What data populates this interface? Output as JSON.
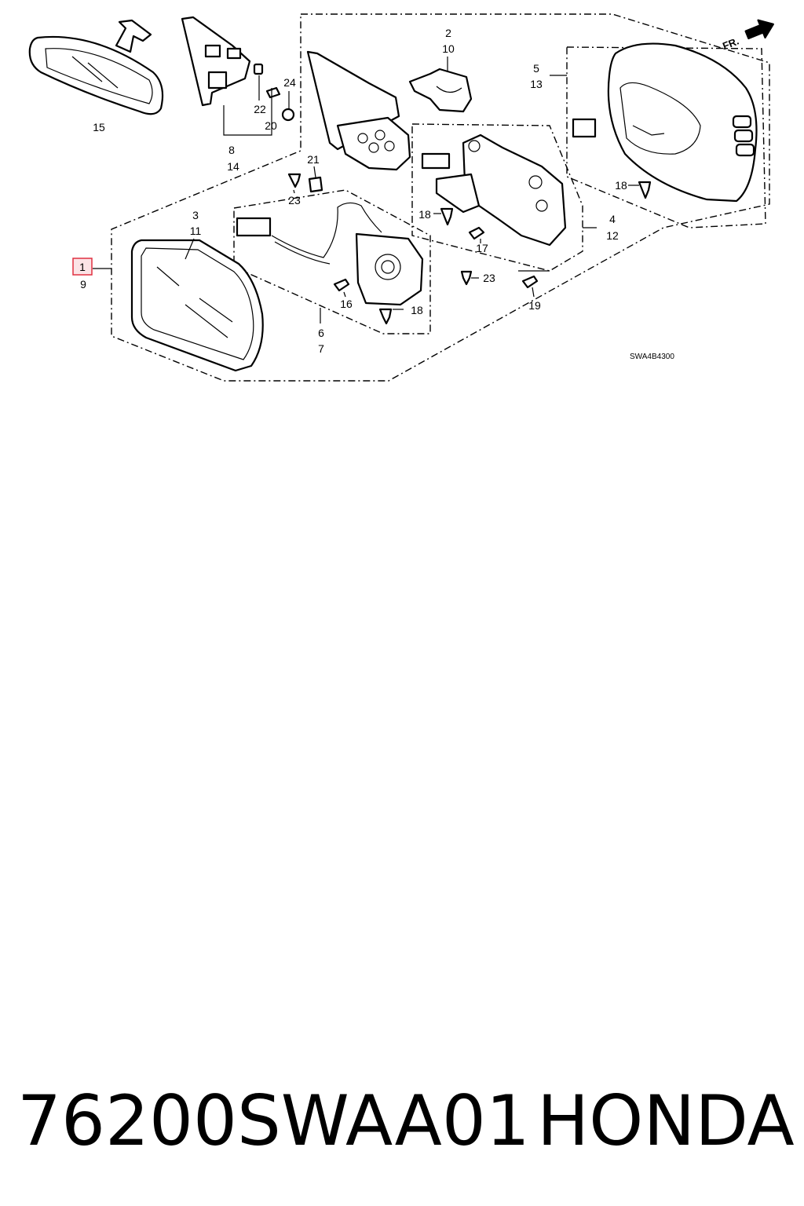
{
  "diagram": {
    "code": "SWA4B4300",
    "direction_label": "FR.",
    "highlight_color": "#e03040",
    "callouts": {
      "c1": "1",
      "c9": "9",
      "c2": "2",
      "c10": "10",
      "c3": "3",
      "c11": "11",
      "c4": "4",
      "c12": "12",
      "c5": "5",
      "c13": "13",
      "c6": "6",
      "c7": "7",
      "c8": "8",
      "c14": "14",
      "c15": "15",
      "c16": "16",
      "c17": "17",
      "c18a": "18",
      "c18b": "18",
      "c18c": "18",
      "c19": "19",
      "c20": "20",
      "c21": "21",
      "c22": "22",
      "c23a": "23",
      "c23b": "23",
      "c24": "24"
    }
  },
  "footer": {
    "part_number": "76200SWAA01",
    "brand": "HONDA"
  }
}
